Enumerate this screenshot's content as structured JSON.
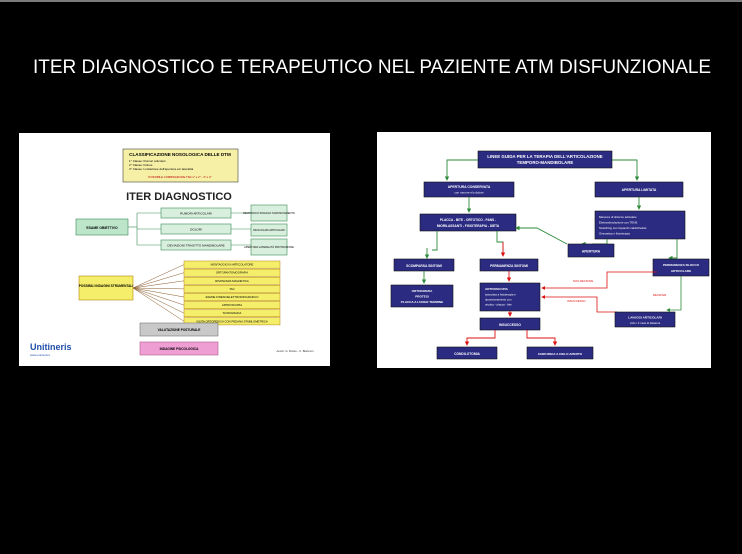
{
  "page": {
    "title": "ITER DIAGNOSTICO E TERAPEUTICO NEL PAZIENTE ATM DISFUNZIONALE"
  },
  "slide1": {
    "classification": {
      "title": "CLASSIFICAZIONE NOSOLOGICA DELLE DTM",
      "lines": [
        "1° Classe: Rumori articolari",
        "2° Classe: Dolore",
        "3° Classe: Limitazione dell'apertura e/o lateralità"
      ],
      "combo": "POSSIBILE COMBINAZIONE TRA 1° e 2° - 3° e 2°"
    },
    "heading": "ITER DIAGNOSTICO",
    "exam": "ESAME OBIETTIVO",
    "exam_items": [
      "RUMORI ARTICOLARI",
      "DOLORI",
      "DEVIAZIONI TRAGITTO MANDIBOLARE"
    ],
    "exam_sub": [
      "RECIPROCO SINGOLO SCROSCIAMENTO",
      "MUSCOLARI ARTICOLARI",
      "APERTURA LATERALITÀ PROTRUSIONE"
    ],
    "instrumental": "POSSIBILI INDAGINI STRUMENTALI",
    "instrumental_items": [
      "MONTAGGIO IN ARTICOLATORE",
      "ORTOPANTOMOGRAFIA",
      "RISONANZA MAGNETICA",
      "TAC",
      "ESAME KINESIOELETTROMIOGRAFICO",
      "ARTROSCOPIA",
      "SONOGRAFIA",
      "VISITA ORTOPEDICA CON PEDANA STABILOMETRICA"
    ],
    "postural": "VALUTAZIONE POSTURALE",
    "psych": "INDAGINE PSICOLOGICA",
    "logo": "Unitineris",
    "logo_sub": "www.unitineris.it",
    "authors": "Autori: G. Diviso - C. Bianconi"
  },
  "slide2": {
    "title_lines": [
      "LINEE GUIDA PER LA TERAPIA DELL'ARTICOLAZIONE",
      "TEMPORO-MANDIBOLARE"
    ],
    "apertura_conservata": [
      "APERTURA CONSERVATA",
      "con rumore e/o dolore"
    ],
    "apertura_limitata": "APERTURA LIMITATA",
    "placca": [
      "PLACCA - BITE - ORTOTICO - PANS -",
      "MIORILASSANTI - FISIOTERAPIA - DIETA"
    ],
    "manovre": [
      "Manovre di sblocco articolare",
      "Elettrostimolazione con TENS",
      "Stretching con impacchi caldo/freddo",
      "Ginnastica e fisioterapia"
    ],
    "apertura": "APERTURA",
    "scomparsa": "SCOMPARSA SINTOMI",
    "permanenza": "PERMANENZA SINTOMI",
    "permanenza_blocco": [
      "PERMANENZA BLOCCO",
      "ARTICOLARE"
    ],
    "ortodonzia": [
      "ORTODONZIA",
      "PROTESI",
      "PLACCA A LUNGO TERMINE"
    ],
    "artroscopia": [
      "ARTROSCOPIA",
      "associata a fisioterapia e",
      "riposizionamento con",
      "ortotico - placca - bite"
    ],
    "lavaggi": [
      "LAVAGGI ARTICOLARI",
      "ciclo / 3 mesi di distanza"
    ],
    "insuccesso": "INSUCCESSO",
    "condilotomia": "CONDILOTOMIA",
    "chirurgia": "CHIRURGIA A CIELO APERTO",
    "non_recidive": "NON RECIDIVE",
    "recidive": "RECIDIVE",
    "insuccesso_label": "INSUCCESSO"
  }
}
